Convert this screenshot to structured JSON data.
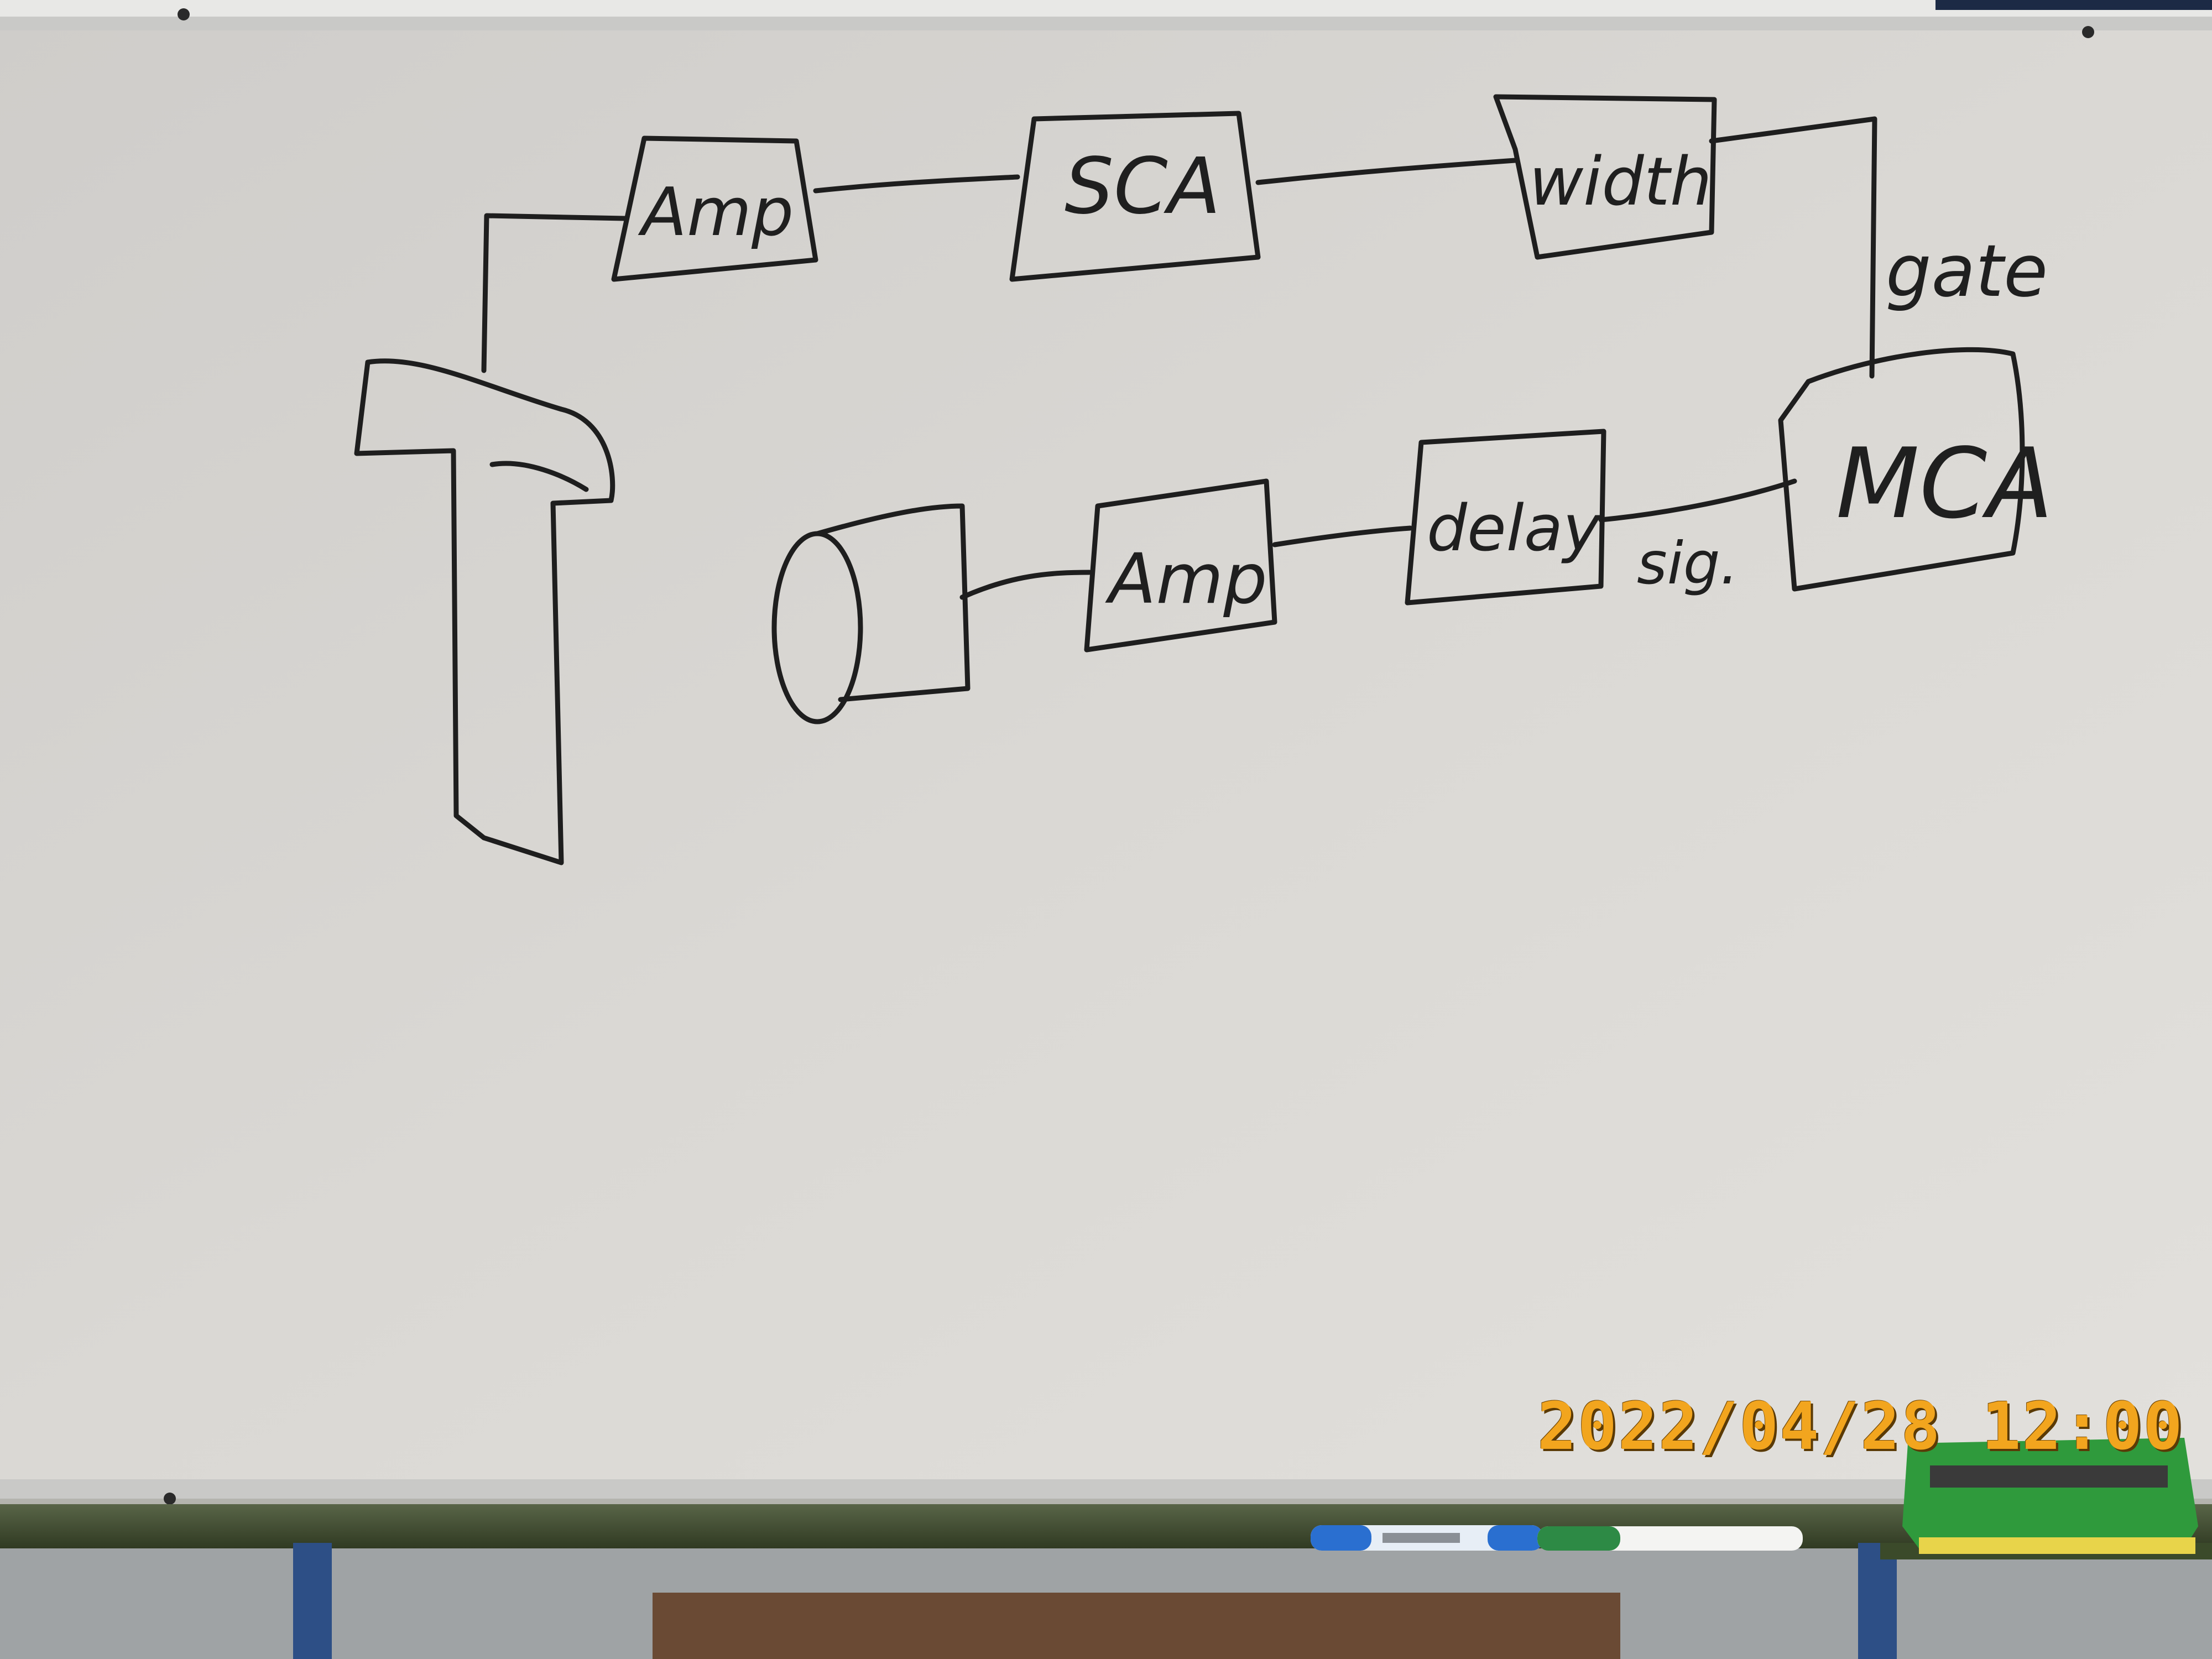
{
  "scene": {
    "colors": {
      "board": "#d6d4d0",
      "frame": "#c8c8c6",
      "tray": "#3e4a2c",
      "ink": "#1e1e1e",
      "stamp": "#f2a51e",
      "eraser": "#2f9a3c",
      "marker_blue": "#2a6fd0"
    }
  },
  "diagram": {
    "top_row": {
      "amp": "Amp",
      "sca": "SCA",
      "width": "width"
    },
    "bottom_row": {
      "amp": "Amp",
      "delay": "delay",
      "mca": "MCA"
    },
    "labels": {
      "gate": "gate",
      "sig": "sig."
    }
  },
  "photo": {
    "timestamp": "2022/04/28  12:00"
  }
}
